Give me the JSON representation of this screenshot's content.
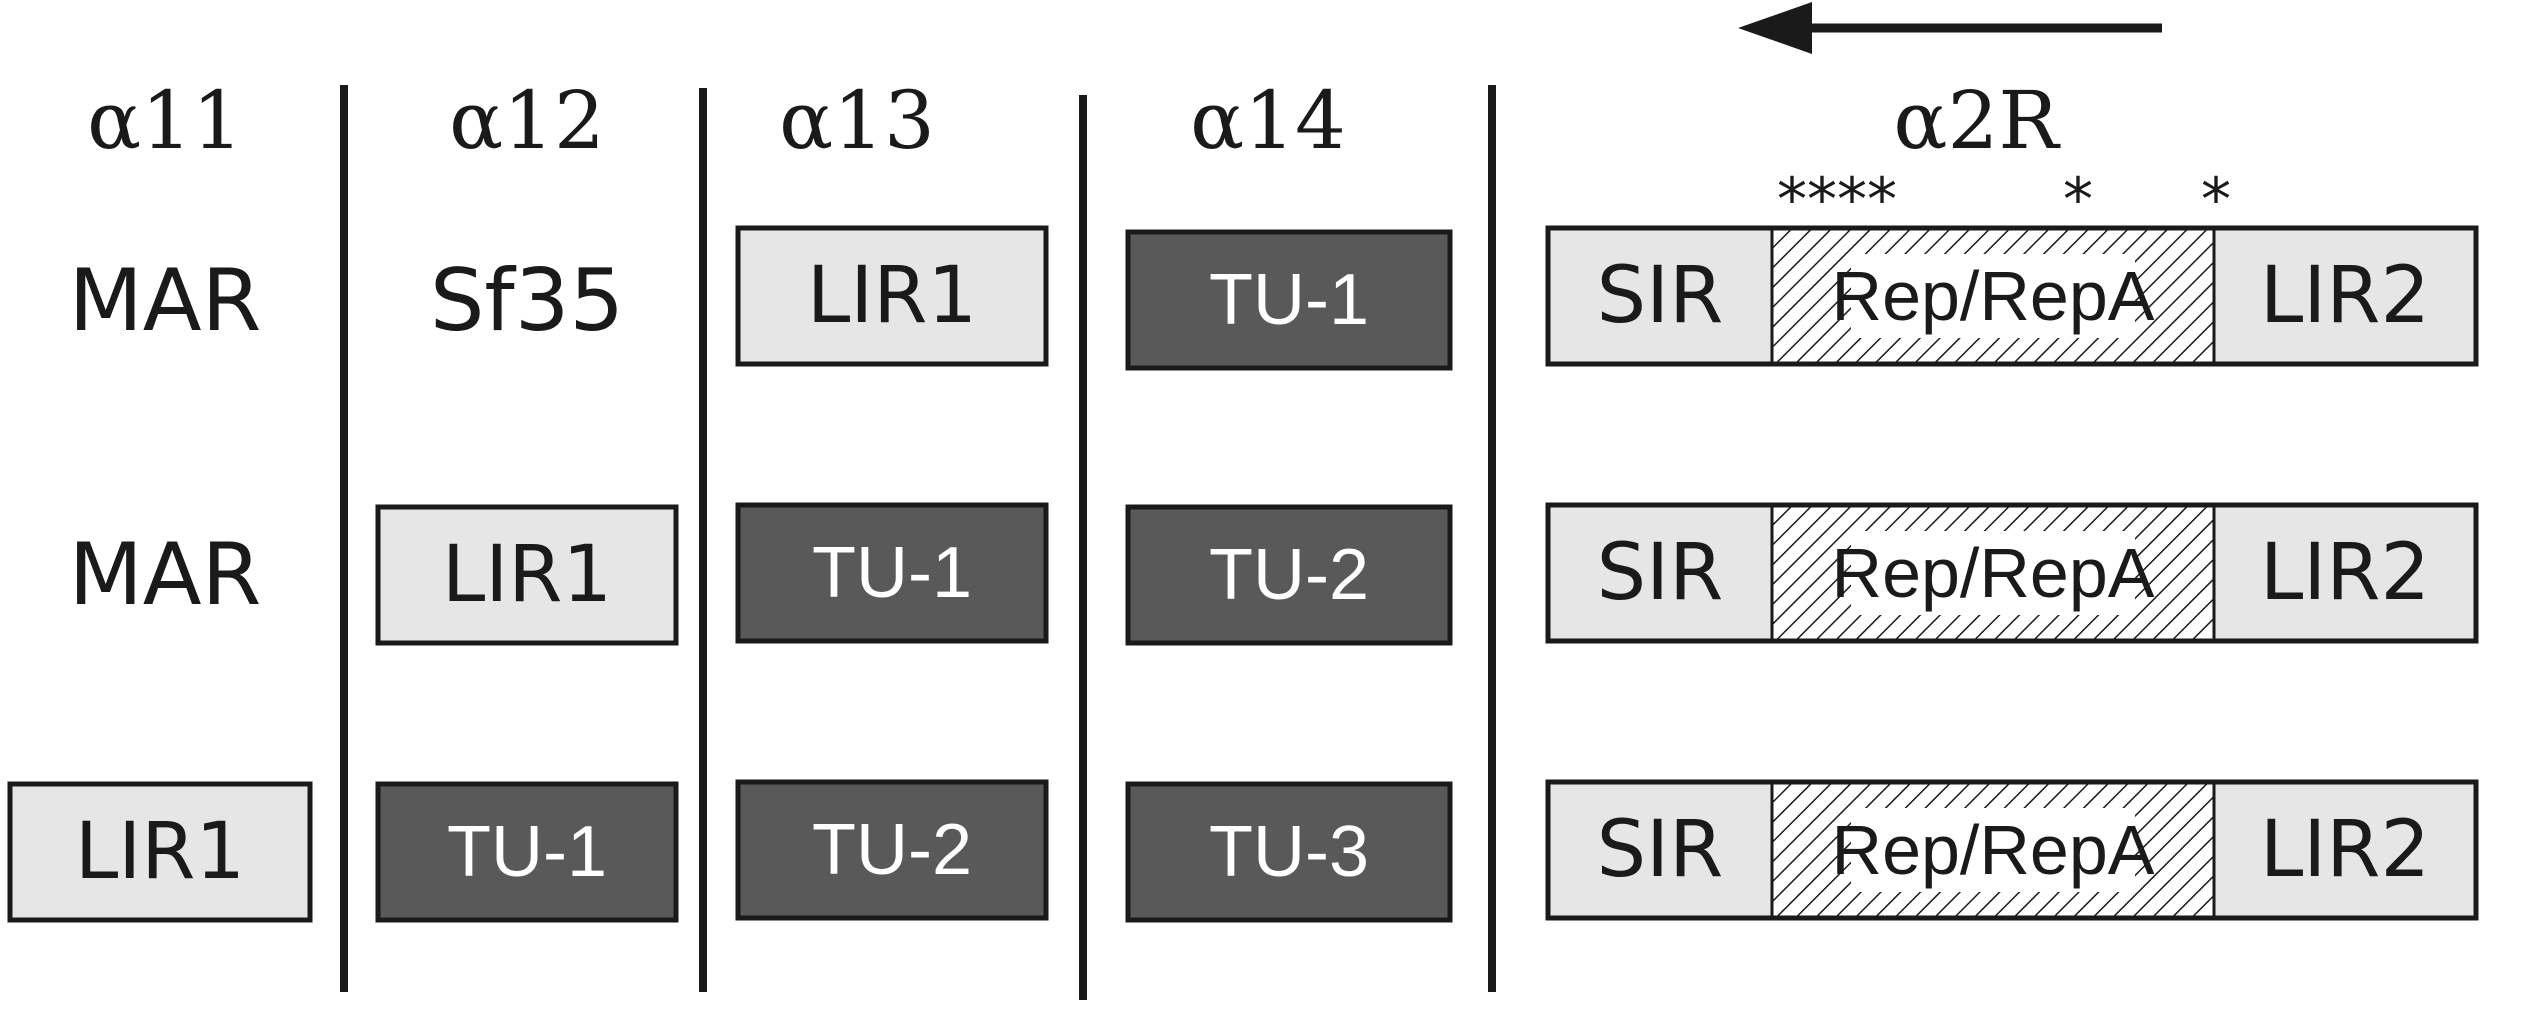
{
  "columns": {
    "a11": {
      "title": "α11",
      "row1": "MAR",
      "row2": "MAR",
      "row3": "LIR1"
    },
    "a12": {
      "title": "α12",
      "row1": "Sf35",
      "row2": "LIR1",
      "row3": "TU-1"
    },
    "a13": {
      "title": "α13",
      "row1": "LIR1",
      "row2": "TU-1",
      "row3": "TU-2"
    },
    "a14": {
      "title": "α14",
      "row1": "TU-1",
      "row2": "TU-2",
      "row3": "TU-3"
    },
    "a2r": {
      "title": "α2R",
      "stars_left": "****",
      "star_mid": "*",
      "star_right": "*",
      "rows": [
        {
          "sir": "SIR",
          "rep": "Rep/RepA",
          "lir2": "LIR2"
        },
        {
          "sir": "SIR",
          "rep": "Rep/RepA",
          "lir2": "LIR2"
        },
        {
          "sir": "SIR",
          "rep": "Rep/RepA",
          "lir2": "LIR2"
        }
      ]
    }
  },
  "direction_arrow": "arrow-left-icon",
  "colors": {
    "light_box": "#e6e6e6",
    "dark_box": "#595959",
    "line": "#1a1a1a"
  }
}
